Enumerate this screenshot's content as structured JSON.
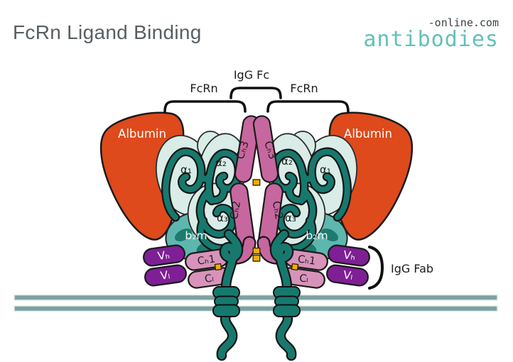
{
  "header": {
    "title": "FcRn Ligand Binding",
    "logo_main": "antibodies",
    "logo_suffix": "-online.com"
  },
  "colors": {
    "orange": "#DE4A1B",
    "pink": "#C7679F",
    "pink_light": "#D893BA",
    "purple": "#7F1F96",
    "teal_dark": "#17796E",
    "teal_mid": "#5EB7AF",
    "teal_accent": "#1E7A6F",
    "teal_pale": "#D9ECE8",
    "membrane": "#7CA1A1",
    "yellow": "#F0B000",
    "title_gray": "#585E62",
    "logo_teal": "#62C1BA",
    "logo_gray": "#3A4344"
  },
  "diagram": {
    "labels": {
      "igg_fc": "IgG Fc",
      "fcrn_left": "FcRn",
      "fcrn_right": "FcRn",
      "albumin_left": "Albumin",
      "albumin_right": "Albumin",
      "alpha1_left": "α₁",
      "alpha2_left": "α₂",
      "alpha3_left": "α₃",
      "b2m_left": "b₂m",
      "alpha1_right": "α₁",
      "alpha2_right": "α₂",
      "alpha3_right": "α₃",
      "b2m_right": "b₂m",
      "ch3_left": "Cₕ3",
      "ch2_left": "Cₕ2",
      "ch3_right": "Cₕ3",
      "ch2_right": "Cₕ2",
      "ch1_left": "Cₕ1",
      "cl_left": "Cₗ",
      "vh_left": "Vₕ",
      "vl_left": "Vₗ",
      "ch1_right": "Cₕ1",
      "cl_right": "Cₗ",
      "vh_right": "Vₕ",
      "vl_right": "Vₗ",
      "igg_fab": "IgG Fab"
    }
  }
}
